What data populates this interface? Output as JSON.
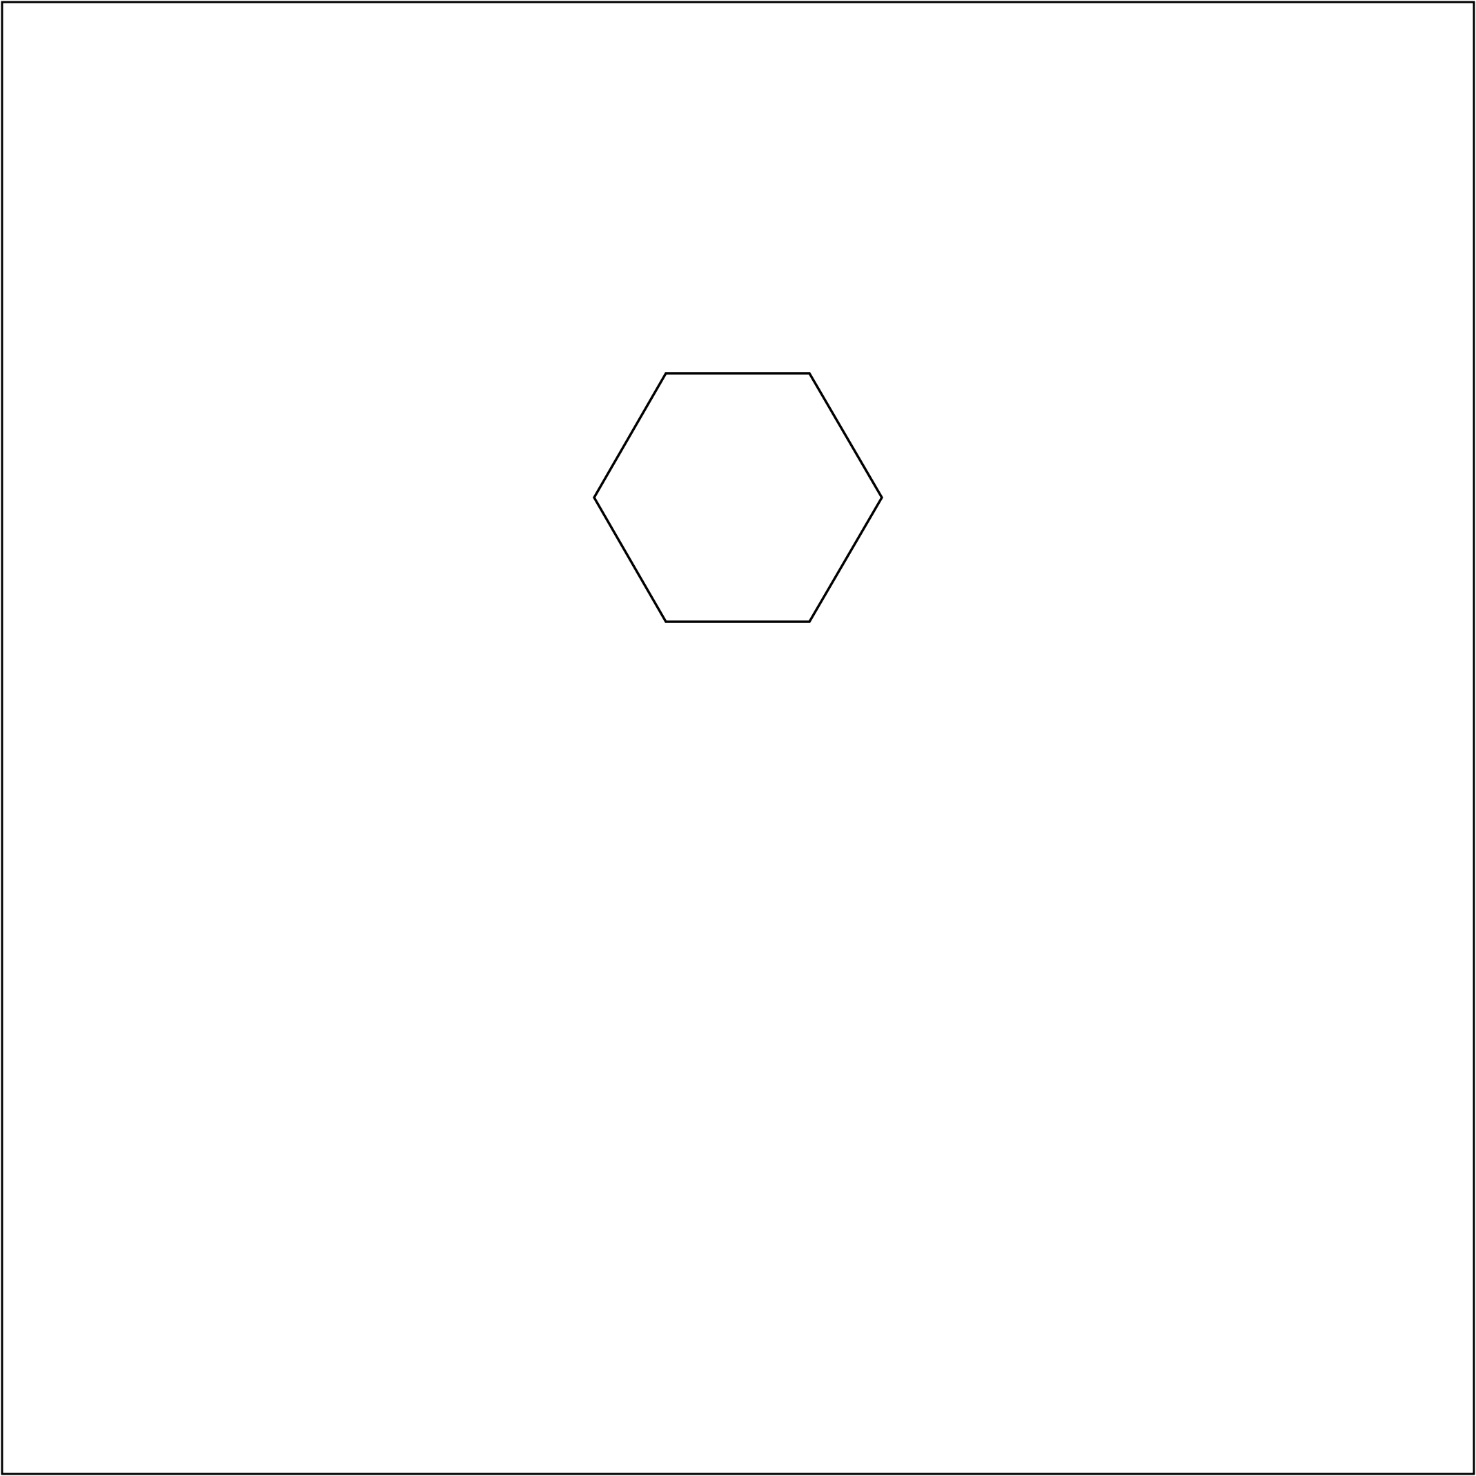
{
  "diagram": {
    "shapes": [
      {
        "kind": "frame",
        "name": "outer-frame",
        "stroke": "#000000",
        "fill": "none"
      },
      {
        "kind": "hexagon",
        "name": "hexagon-shape",
        "stroke": "#000000",
        "fill": "none"
      }
    ]
  }
}
